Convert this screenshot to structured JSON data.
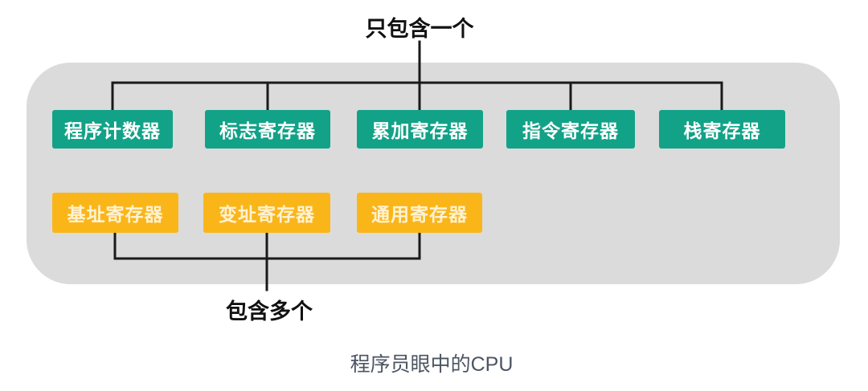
{
  "labels": {
    "top": "只包含一个",
    "bottom": "包含多个",
    "caption": "程序员眼中的CPU"
  },
  "registers": {
    "single": [
      "程序计数器",
      "标志寄存器",
      "累加寄存器",
      "指令寄存器",
      "栈寄存器"
    ],
    "multiple": [
      "基址寄存器",
      "变址寄存器",
      "通用寄存器"
    ]
  },
  "colors": {
    "single_box": "#12a287",
    "multiple_box": "#fab619",
    "panel_background": "#dbdbdb",
    "connector_line": "#1a1a1a",
    "caption_text": "#4b5563"
  }
}
